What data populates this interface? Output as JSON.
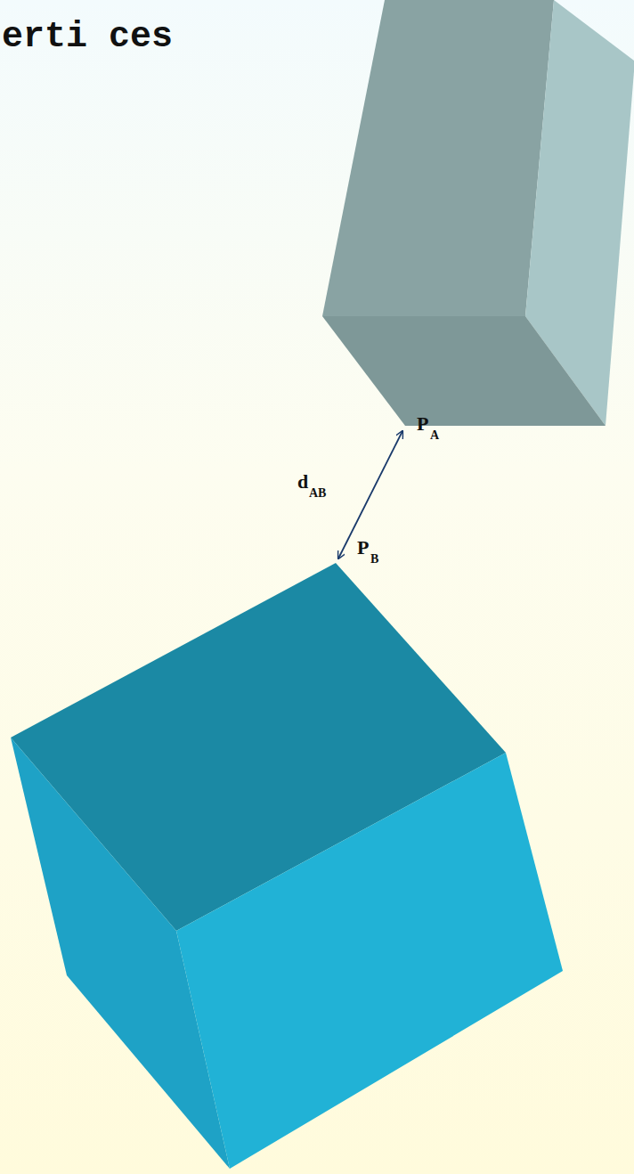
{
  "diagram": {
    "title": "erti ces",
    "labels": [
      "P",
      "A",
      "d",
      "AB",
      "P",
      "B"
    ]
  }
}
